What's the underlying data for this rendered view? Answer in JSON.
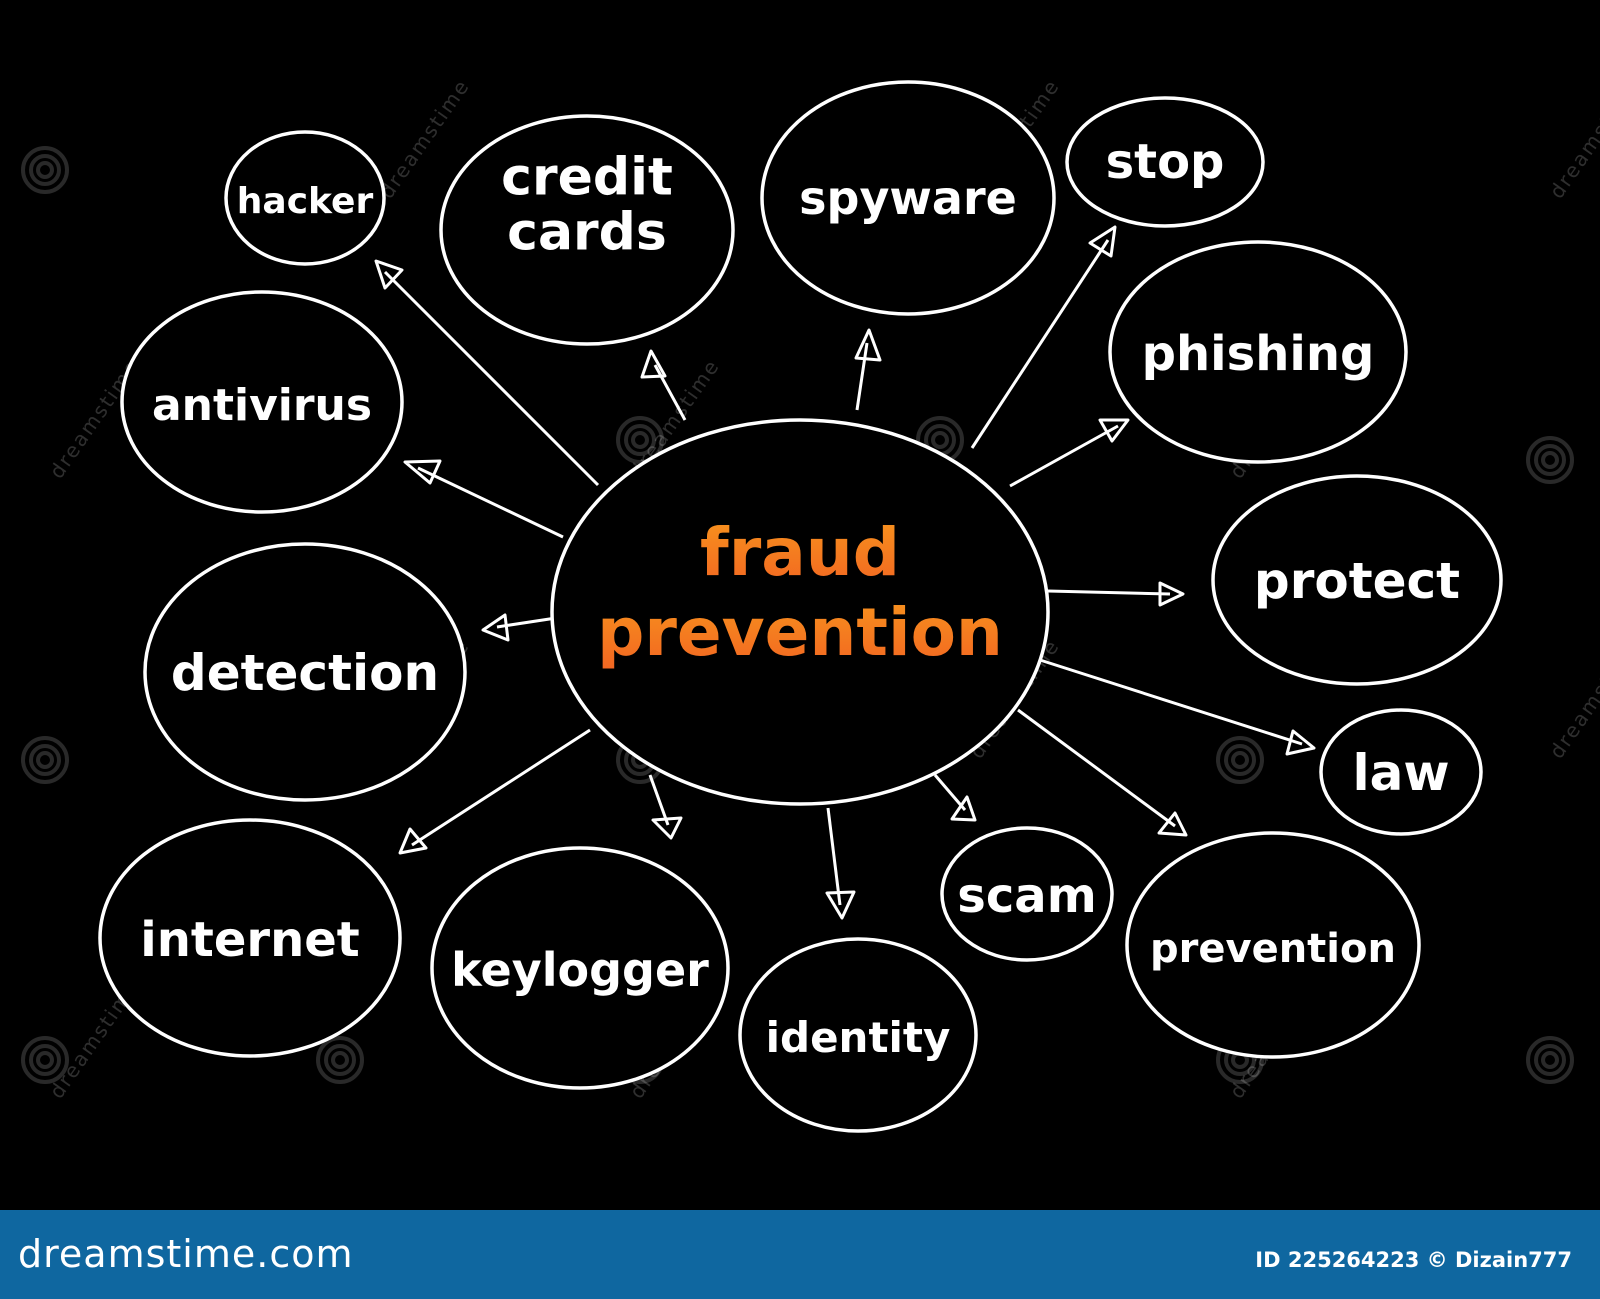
{
  "center": {
    "line1": "fraud",
    "line2": "prevention",
    "color_top": "#f7941d",
    "color_bottom": "#f26522"
  },
  "nodes": [
    {
      "id": "hacker",
      "label": "hacker"
    },
    {
      "id": "credit-cards",
      "label": "credit cards"
    },
    {
      "id": "spyware",
      "label": "spyware"
    },
    {
      "id": "stop",
      "label": "stop"
    },
    {
      "id": "antivirus",
      "label": "antivirus"
    },
    {
      "id": "phishing",
      "label": "phishing"
    },
    {
      "id": "detection",
      "label": "detection"
    },
    {
      "id": "protect",
      "label": "protect"
    },
    {
      "id": "law",
      "label": "law"
    },
    {
      "id": "internet",
      "label": "internet"
    },
    {
      "id": "keylogger",
      "label": "keylogger"
    },
    {
      "id": "identity",
      "label": "identity"
    },
    {
      "id": "scam",
      "label": "scam"
    },
    {
      "id": "prevention",
      "label": "prevention"
    }
  ],
  "watermark": {
    "text": "dreamstime"
  },
  "footer": {
    "brand": "dreamstime.com",
    "credit": "ID 225264223 © Dizain777",
    "bg_color": "#0f67a0"
  }
}
